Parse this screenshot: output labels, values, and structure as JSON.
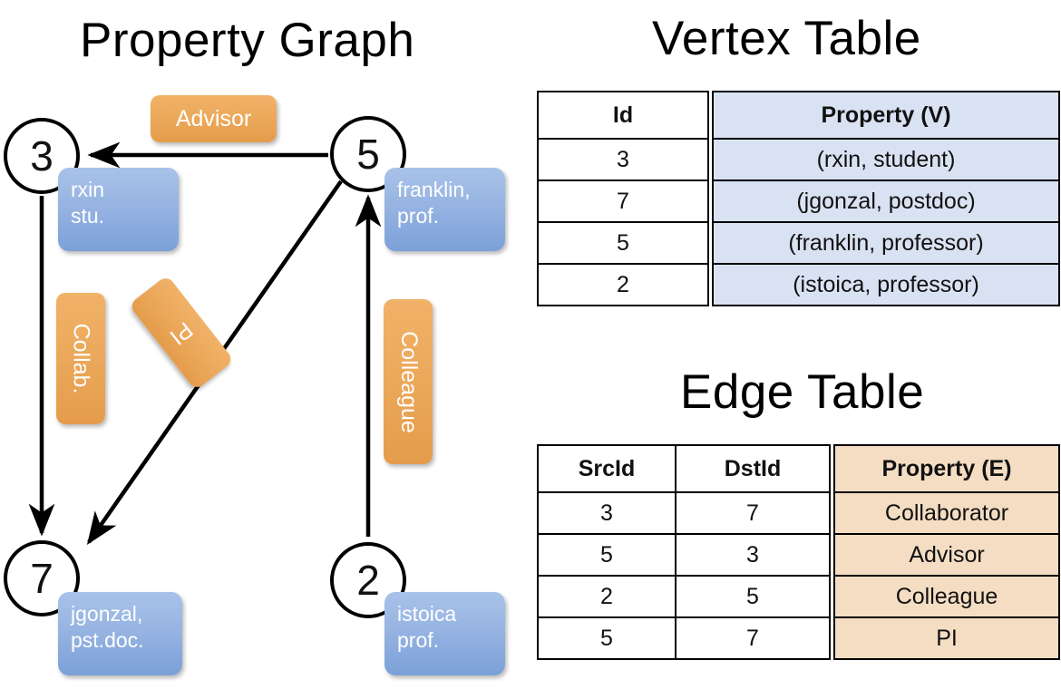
{
  "titles": {
    "property_graph": "Property Graph",
    "vertex_table": "Vertex Table",
    "edge_table": "Edge Table"
  },
  "graph": {
    "nodes": [
      {
        "id": "3",
        "name": "rxin",
        "role": "stu.",
        "label_line1": "rxin",
        "label_line2": "stu."
      },
      {
        "id": "5",
        "name": "franklin",
        "role": "prof.",
        "label_line1": "franklin,",
        "label_line2": "prof."
      },
      {
        "id": "7",
        "name": "jgonzal",
        "role": "pst.doc.",
        "label_line1": "jgonzal,",
        "label_line2": "pst.doc."
      },
      {
        "id": "2",
        "name": "istoica",
        "role": "prof.",
        "label_line1": "istoica",
        "label_line2": "prof."
      }
    ],
    "edge_labels": {
      "advisor": "Advisor",
      "collab": "Collab.",
      "pi": "PI",
      "colleague": "Colleague"
    },
    "edges": [
      {
        "src": "5",
        "dst": "3",
        "label": "Advisor"
      },
      {
        "src": "3",
        "dst": "7",
        "label": "Collab."
      },
      {
        "src": "5",
        "dst": "7",
        "label": "PI"
      },
      {
        "src": "2",
        "dst": "5",
        "label": "Colleague"
      }
    ]
  },
  "vertex_table": {
    "headers": [
      "Id",
      "Property (V)"
    ],
    "rows": [
      {
        "id": "3",
        "property": "(rxin, student)"
      },
      {
        "id": "7",
        "property": "(jgonzal, postdoc)"
      },
      {
        "id": "5",
        "property": "(franklin, professor)"
      },
      {
        "id": "2",
        "property": "(istoica, professor)"
      }
    ]
  },
  "edge_table": {
    "headers": [
      "SrcId",
      "DstId",
      "Property (E)"
    ],
    "rows": [
      {
        "src": "3",
        "dst": "7",
        "property": "Collaborator"
      },
      {
        "src": "5",
        "dst": "3",
        "property": "Advisor"
      },
      {
        "src": "2",
        "dst": "5",
        "property": "Colleague"
      },
      {
        "src": "5",
        "dst": "7",
        "property": "PI"
      }
    ]
  },
  "colors": {
    "vertex_property_fill": "#d9e2f3",
    "edge_property_fill": "#f4ddc3",
    "node_box_blue": "#8fb0de",
    "edge_label_orange": "#eca95c",
    "stroke": "#000000"
  }
}
